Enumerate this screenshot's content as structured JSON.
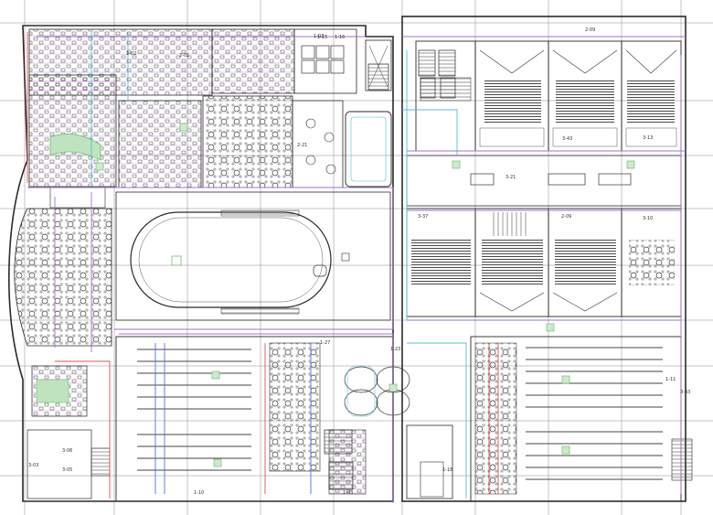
{
  "colors": {
    "wall": "#2a2a2a",
    "grid": "#7a7a7a",
    "duct_purple": "#a070d0",
    "duct_cyan": "#50c0d8",
    "duct_red": "#e05050",
    "duct_blue": "#5070e0",
    "equipment_green": "#6fbf6f",
    "background": "#ffffff"
  },
  "room_labels": [
    {
      "id": "r1",
      "text": "1-07"
    },
    {
      "id": "r2",
      "text": "1-15"
    },
    {
      "id": "r3",
      "text": "1-16"
    },
    {
      "id": "r4",
      "text": "2-09"
    },
    {
      "id": "r5",
      "text": "2-02"
    },
    {
      "id": "r6",
      "text": "2-01"
    },
    {
      "id": "r7",
      "text": "2-21"
    },
    {
      "id": "r8",
      "text": "3-43"
    },
    {
      "id": "r9",
      "text": "3-13"
    },
    {
      "id": "r10",
      "text": "3-21"
    },
    {
      "id": "r11",
      "text": "3-37"
    },
    {
      "id": "r12",
      "text": "2-09"
    },
    {
      "id": "r13",
      "text": "3-10"
    },
    {
      "id": "r14",
      "text": "1-27"
    },
    {
      "id": "r15",
      "text": "1-23"
    },
    {
      "id": "r16",
      "text": "1-18"
    },
    {
      "id": "r17",
      "text": "3-06"
    },
    {
      "id": "r18",
      "text": "3-05"
    },
    {
      "id": "r19",
      "text": "3-03"
    },
    {
      "id": "r20",
      "text": "1-11"
    },
    {
      "id": "r21",
      "text": "3-43"
    },
    {
      "id": "r22",
      "text": "1-10"
    },
    {
      "id": "r23",
      "text": "1-03"
    }
  ]
}
